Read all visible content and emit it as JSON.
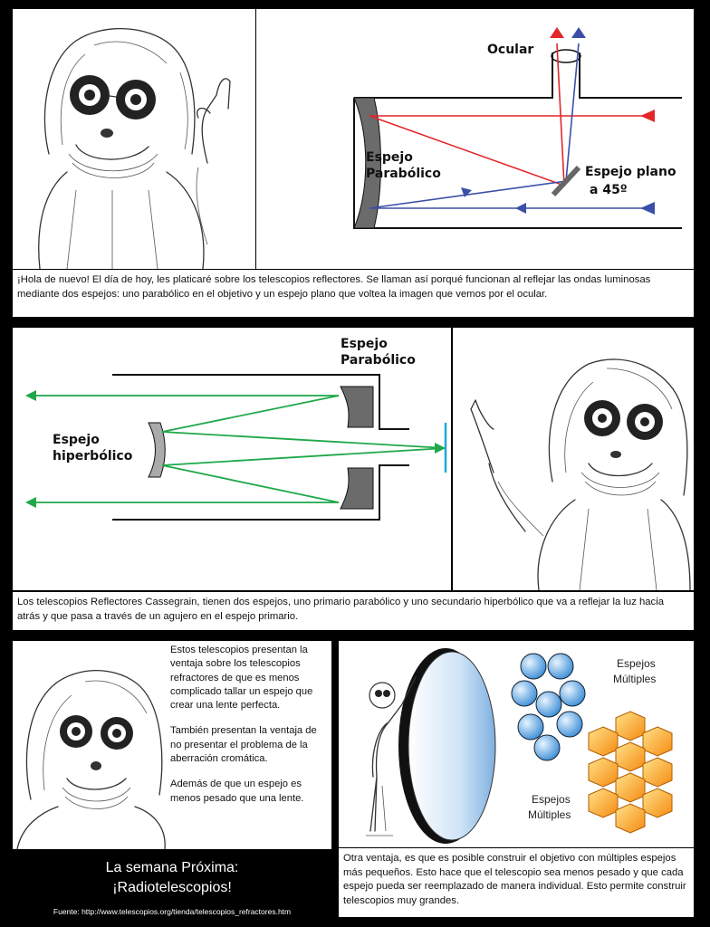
{
  "panel1": {
    "labels": {
      "ocular": "Ocular",
      "parabolic_1": "Espejo",
      "parabolic_2": "Parabólico",
      "flat_1": "Espejo plano",
      "flat_2": "a 45º"
    },
    "caption": "¡Hola de nuevo! El día de hoy, les platicaré sobre los telescopios reflectores. Se llaman así porqué funcionan al reflejar las ondas luminosas mediante dos espejos: uno parabólico en el objetivo y un espejo plano que voltea la imagen que vemos por el ocular."
  },
  "panel2": {
    "labels": {
      "parabolic_1": "Espejo",
      "parabolic_2": "Parabólico",
      "hyper_1": "Espejo",
      "hyper_2": "hiperbólico"
    },
    "caption": "Los telescopios Reflectores Cassegrain, tienen dos espejos,  uno primario parabólico y uno secundario hiperbólico que va a reflejar la luz hacia atrás y que pasa a través de un agujero en el espejo primario."
  },
  "panel3": {
    "paragraphs": [
      "Estos telescopios presentan la ventaja sobre los telescopios refractores de que es menos complicado tallar un espejo que crear una lente perfecta.",
      "También presentan la ventaja de no presentar el problema de la aberración cromática.",
      "Además de que un espejo es menos pesado que una lente."
    ]
  },
  "panel4": {
    "labels": {
      "top_1": "Espejos",
      "top_2": "Múltiples",
      "bottom_1": "Espejos",
      "bottom_2": "Múltiples"
    },
    "caption": "Otra ventaja, es que es posible construir el objetivo con múltiples espejos más pequeños. Esto hace que el telescopio sea menos pesado y que cada espejo pueda ser reemplazado de manera individual. Esto permite construir telescopios muy grandes."
  },
  "footer": {
    "next_line1": "La semana Próxima:",
    "next_line2": "¡Radiotelescopios!",
    "source": "Fuente: http://www.telescopios.org/tienda/telescopios_refractores.htm"
  },
  "colors": {
    "red": "#e3262b",
    "blue": "#3b4fa8",
    "green": "#1fa84a",
    "cyan": "#20a6d6",
    "gold": "#f7a21c"
  }
}
